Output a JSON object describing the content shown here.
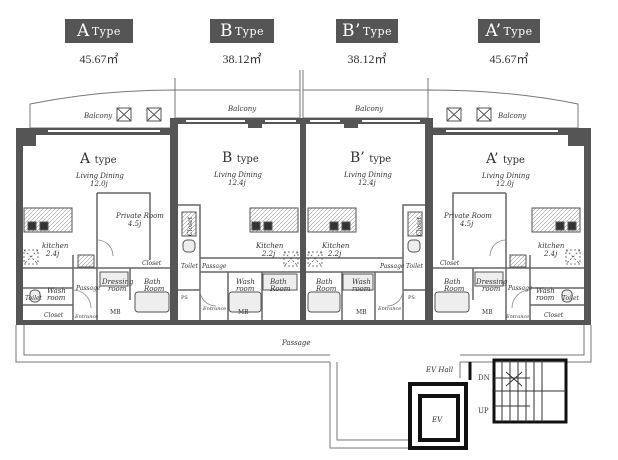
{
  "types": [
    {
      "letter": "A",
      "suffix": "Type",
      "area": "45.67㎡"
    },
    {
      "letter": "B",
      "suffix": "Type",
      "area": "38.12㎡"
    },
    {
      "letter": "B’",
      "suffix": "Type",
      "area": "38.12㎡"
    },
    {
      "letter": "A’",
      "suffix": "Type",
      "area": "45.67㎡"
    }
  ],
  "labels": {
    "balcony": "Balcony",
    "a_type": "A",
    "b_type": "B",
    "b2_type": "B’",
    "a2_type": "A’",
    "type_word": "type",
    "living_dining": "Living Dining",
    "ld_a": "12.0j",
    "ld_b": "12.4j",
    "private_room": "Private Room",
    "pr_size": "4.5j",
    "kitchen_a": "kitchen",
    "kitchen_a_size": "2.4j",
    "kitchen_b": "Kitchen",
    "kitchen_b_size": "2.2j",
    "closet": "Closet",
    "passage": "Passage",
    "dressing": "Dressing",
    "room": "room",
    "bath": "Bath",
    "bath_room": "Room",
    "wash": "Wash",
    "toilet": "Toilet",
    "entrance": "Entrance",
    "mb": "MB",
    "ps": "PS",
    "ev_hall": "EV Hall",
    "ev": "EV",
    "dn": "DN",
    "up": "UP"
  }
}
